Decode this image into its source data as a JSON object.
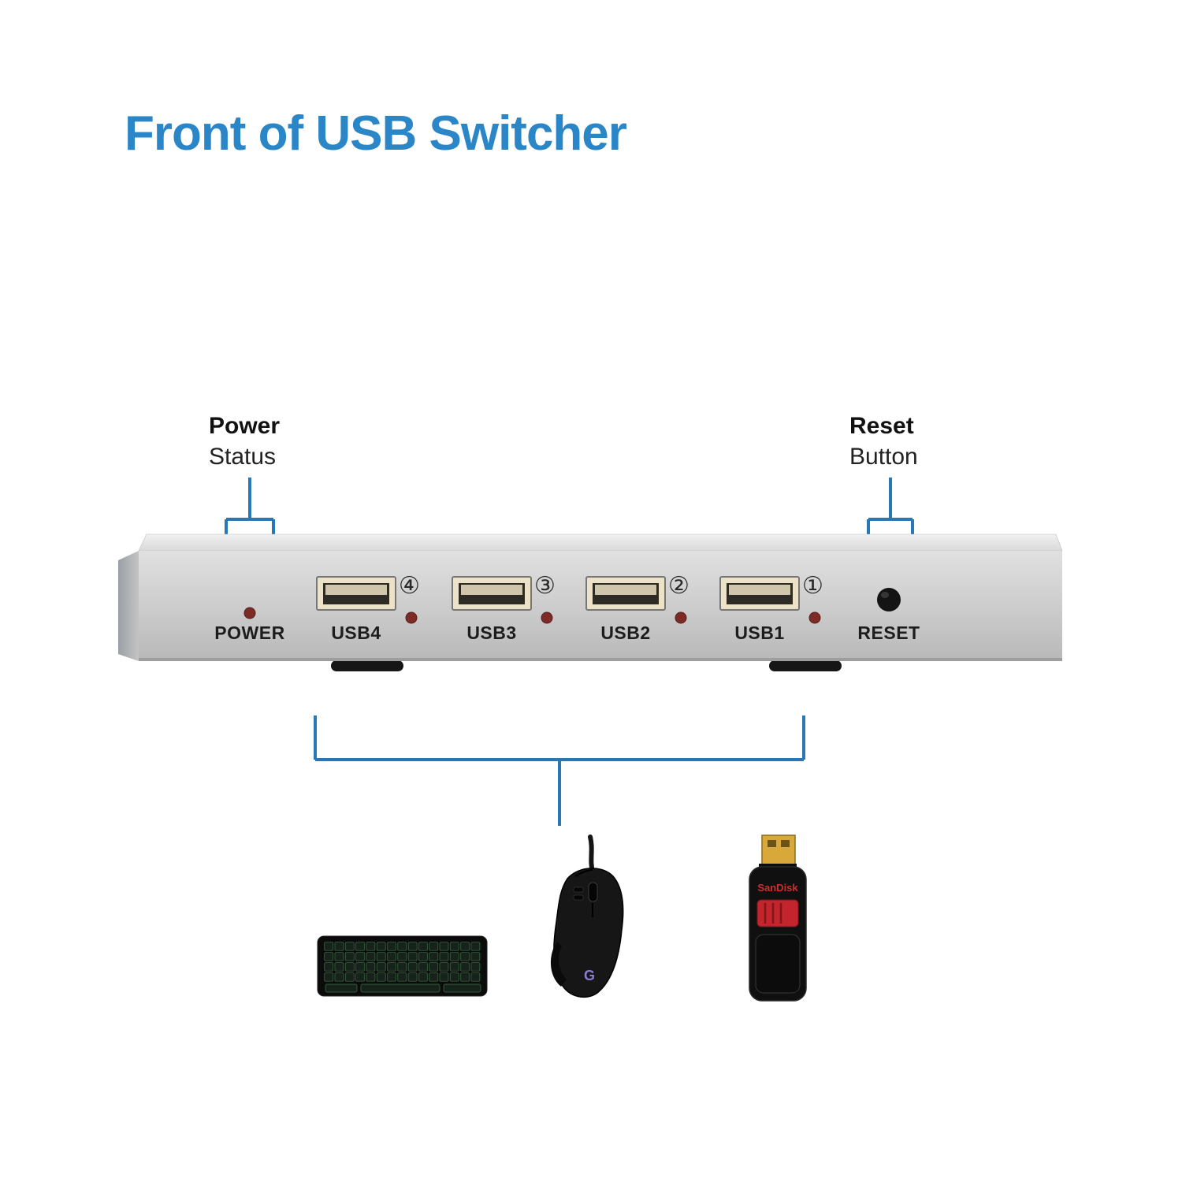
{
  "page": {
    "title": "Front of USB Switcher"
  },
  "callouts": {
    "power": {
      "line1": "Power",
      "line2": "Status"
    },
    "reset": {
      "line1": "Reset",
      "line2": "Button"
    }
  },
  "device": {
    "power_label": "POWER",
    "reset_label": "RESET",
    "ports": [
      {
        "label": "USB4",
        "number": "④"
      },
      {
        "label": "USB3",
        "number": "③"
      },
      {
        "label": "USB2",
        "number": "②"
      },
      {
        "label": "USB1",
        "number": "①"
      }
    ]
  },
  "peripherals": {
    "keyboard": "gaming-keyboard-image",
    "mouse": "gaming-mouse-image",
    "mouse_logo": "G",
    "flash_drive": "usb-flash-drive-image",
    "flash_drive_brand": "SanDisk"
  },
  "colors": {
    "accent_blue": "#2b86c7",
    "callout_line_blue": "#2878b8",
    "led_red": "#7c2b26",
    "device_silver": "#cccccc"
  }
}
